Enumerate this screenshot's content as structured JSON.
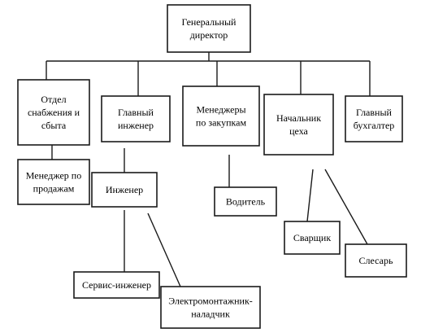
{
  "nodes": {
    "director": {
      "lines": [
        "Генеральный",
        "директор"
      ]
    },
    "supply": {
      "lines": [
        "Отдел",
        "снабжения и",
        "сбыта"
      ]
    },
    "chief_engineer": {
      "lines": [
        "Главный",
        "инженер"
      ]
    },
    "purchasing": {
      "lines": [
        "Менеджеры",
        "по закупкам"
      ]
    },
    "shop_head": {
      "lines": [
        "Начальник",
        "цеха"
      ]
    },
    "accountant": {
      "lines": [
        "Главный",
        "бухгалтер"
      ]
    },
    "sales_manager": {
      "lines": [
        "Менеджер по",
        "продажам"
      ]
    },
    "engineer": {
      "lines": [
        "Инженер"
      ]
    },
    "driver": {
      "lines": [
        "Водитель"
      ]
    },
    "welder": {
      "lines": [
        "Сварщик"
      ]
    },
    "locksmith": {
      "lines": [
        "Слесарь"
      ]
    },
    "service_engineer": {
      "lines": [
        "Сервис-инженер"
      ]
    },
    "electrician": {
      "lines": [
        "Электромонтажник-",
        "наладчик"
      ]
    }
  }
}
